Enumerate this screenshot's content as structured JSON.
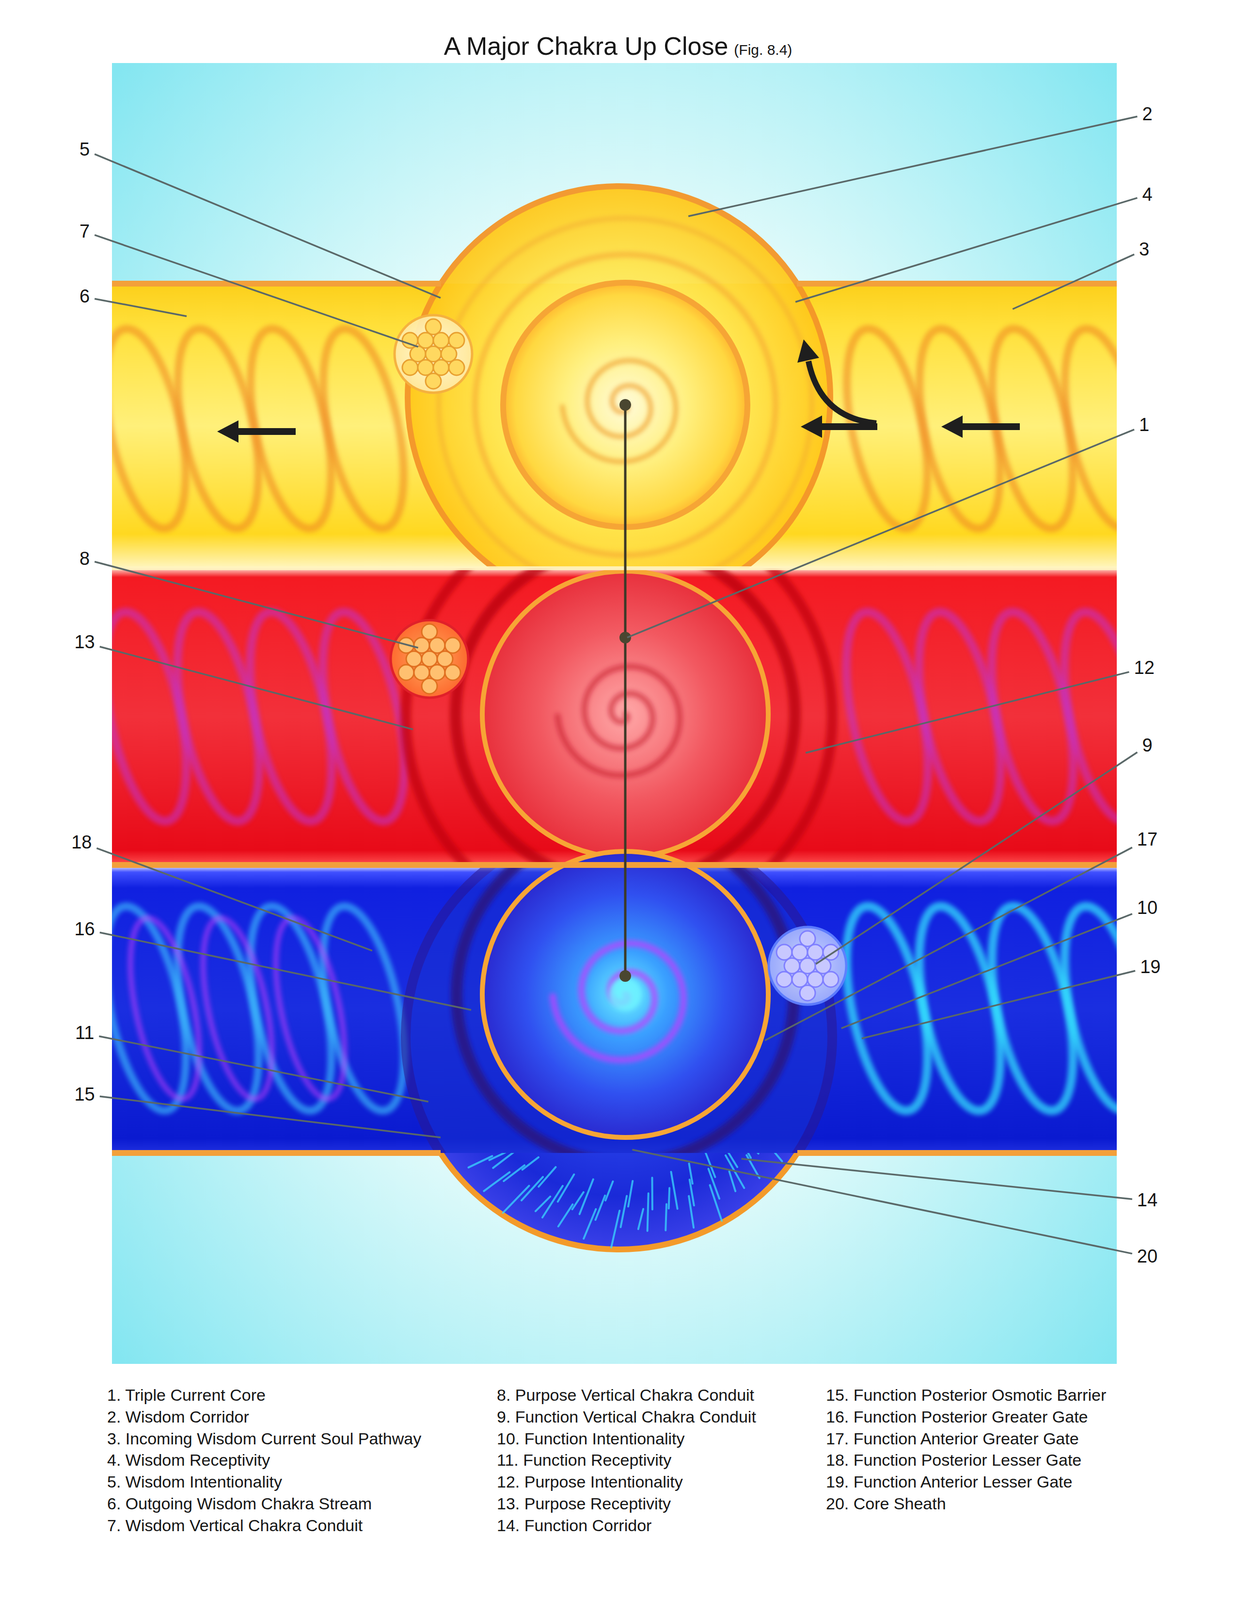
{
  "diagram": {
    "title": "A Major Chakra Up Close",
    "labels": [
      "(Fig. 8.4)",
      "5",
      "7",
      "6",
      "2",
      "4",
      "3",
      "1",
      "8",
      "13",
      "12",
      "9",
      "18",
      "17",
      "16",
      "10",
      "19",
      "11",
      "15",
      "14",
      "20"
    ],
    "legend": [
      {
        "text": "1. Triple Current Core"
      },
      {
        "text": "2. Wisdom Corridor"
      },
      {
        "text": "3. Incoming Wisdom Current Soul Pathway"
      },
      {
        "text": "4. Wisdom Receptivity"
      },
      {
        "text": "5. Wisdom Intentionality"
      },
      {
        "text": "6. Outgoing Wisdom Chakra Stream"
      },
      {
        "text": "7. Wisdom Vertical Chakra Conduit"
      },
      {
        "text": "8. Purpose Vertical Chakra Conduit"
      },
      {
        "text": "9. Function Vertical Chakra Conduit"
      },
      {
        "text": "10. Function Intentionality"
      },
      {
        "text": "11. Function Receptivity"
      },
      {
        "text": "12. Purpose Intentionality"
      },
      {
        "text": "13. Purpose Receptivity"
      },
      {
        "text": "14. Function Corridor"
      },
      {
        "text": "15. Function Posterior Osmotic Barrier"
      },
      {
        "text": "16. Function Posterior Greater Gate"
      },
      {
        "text": "17. Function Anterior Greater Gate"
      },
      {
        "text": "18. Function Posterior Lesser Gate"
      },
      {
        "text": "19. Function Anterior Lesser Gate"
      },
      {
        "text": "20. Core Sheath"
      }
    ]
  }
}
